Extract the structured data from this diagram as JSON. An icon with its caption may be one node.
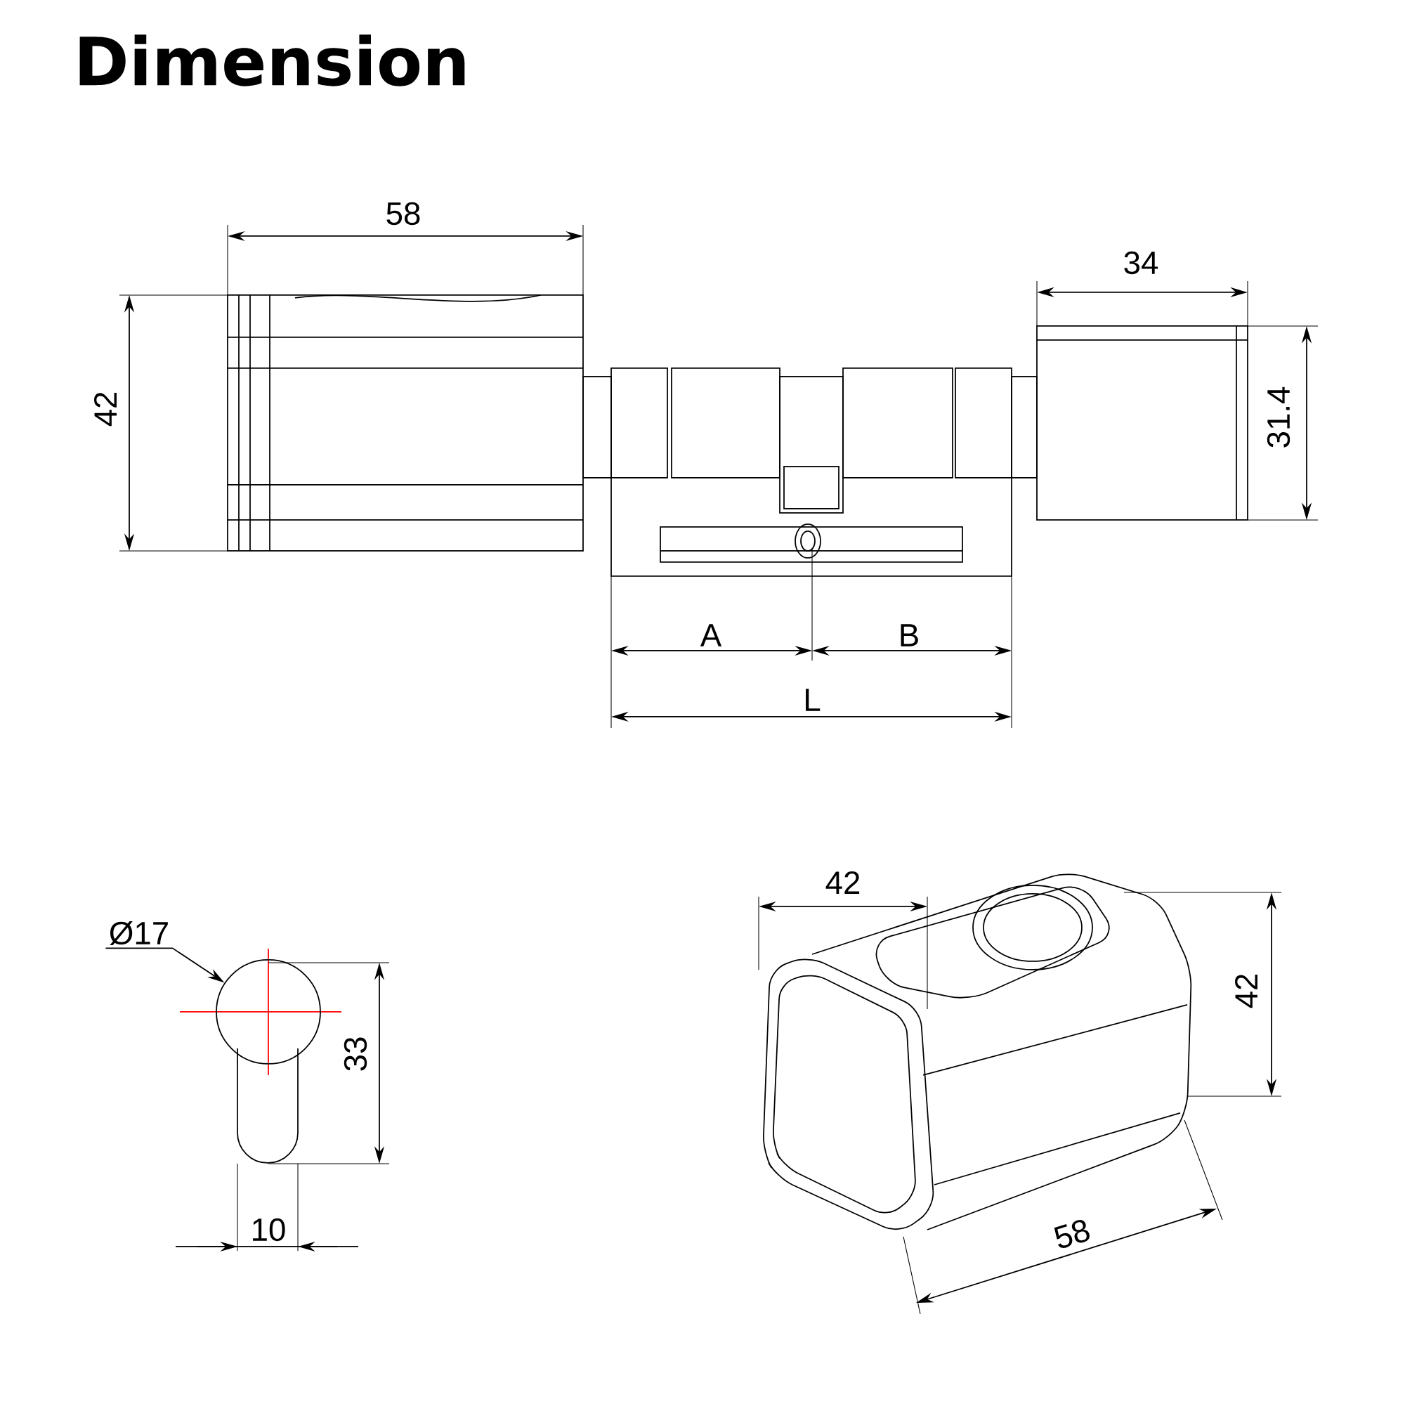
{
  "diagram": {
    "title": "Dimension",
    "nodes": [
      {
        "text": [
          "Ø17"
        ]
      },
      {
        "text": [],
        "shape": "circle"
      }
    ],
    "edges": [
      {
        "from": 0,
        "to": 1,
        "arrow": "to"
      }
    ],
    "labels": [
      "58",
      "34",
      "42",
      "31.4",
      "A",
      "B",
      "L",
      "42",
      "42",
      "33",
      "10",
      "58"
    ]
  }
}
